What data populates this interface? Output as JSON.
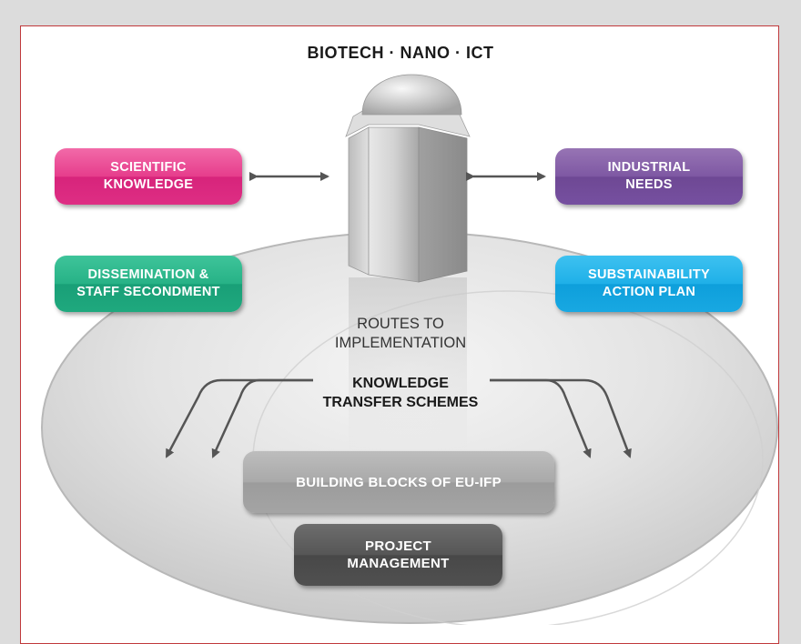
{
  "diagram": {
    "title": "BIOTECH · NANO · ICT",
    "boxes": {
      "scientific_knowledge": "SCIENTIFIC\nKNOWLEDGE",
      "industrial_needs": "INDUSTRIAL\nNEEDS",
      "dissemination": "DISSEMINATION &\nSTAFF SECONDMENT",
      "sustainability": "SUBSTAINABILITY\nACTION PLAN",
      "building_blocks": "BUILDING BLOCKS OF EU-IFP",
      "project_management": "PROJECT\nMANAGEMENT"
    },
    "routes_label": "ROUTES TO\nIMPLEMENTATION",
    "kts_label": "KNOWLEDGE\nTRANSFER SCHEMES",
    "colors": {
      "frame_border": "#c0393b",
      "scientific": "#e63d8c",
      "industrial": "#7e58a3",
      "dissemination": "#27b286",
      "sustainability": "#1fb0e8",
      "building_blocks": "#a9a9a9",
      "project_management": "#565656"
    },
    "icons": [
      "bidirectional-arrow-icon",
      "curved-arrow-icon",
      "pillar-icon",
      "platform-disc-icon"
    ]
  }
}
